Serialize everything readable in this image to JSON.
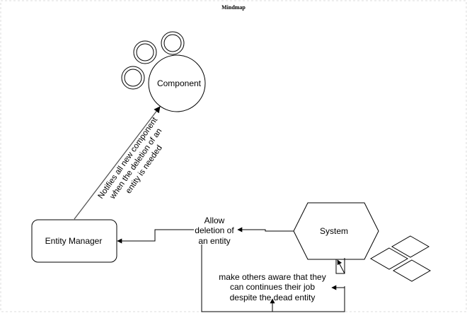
{
  "diagram": {
    "title": "Mindmap",
    "nodes": {
      "component": {
        "label": "Component",
        "shape": "circle"
      },
      "entity_manager": {
        "label": "Entity Manager",
        "shape": "rounded-rectangle"
      },
      "system": {
        "label": "System",
        "shape": "hexagon"
      }
    },
    "edge_labels": {
      "notifies": [
        "Notifies all new component",
        "when the deletion of an",
        "entity is needed"
      ],
      "allow_deletion": [
        "Allow",
        "deletion of",
        "an entity"
      ],
      "make_aware": [
        "make others aware that they",
        "can continues their job",
        "despite the dead entity"
      ]
    },
    "edges": [
      {
        "from": "entity_manager",
        "to": "component",
        "label": "notifies"
      },
      {
        "from": "system",
        "to": "allow_deletion",
        "label": ""
      },
      {
        "from": "allow_deletion",
        "to": "entity_manager",
        "label": ""
      },
      {
        "from": "system",
        "to": "make_aware",
        "label": ""
      },
      {
        "from": "make_aware",
        "to": "system",
        "label": ""
      }
    ],
    "colors": {
      "stroke": "#000000",
      "edge": "#333333",
      "frame": "#dddddd",
      "background": "#ffffff"
    }
  }
}
